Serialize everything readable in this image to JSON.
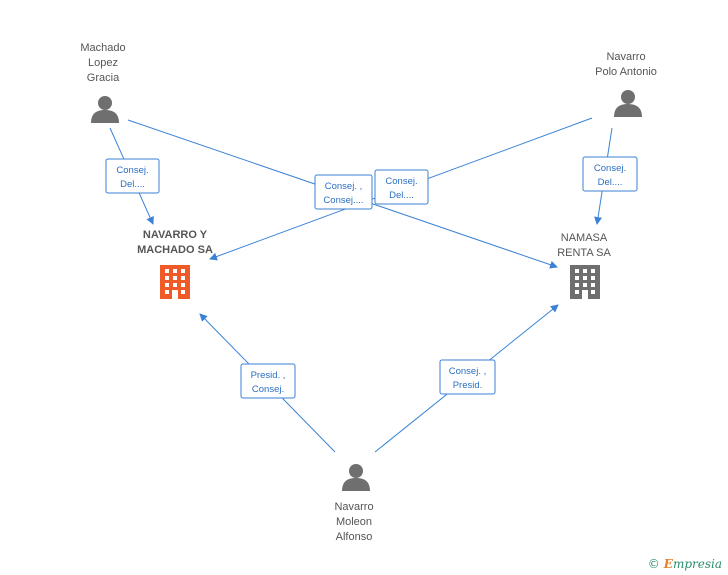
{
  "nodes": {
    "machado": {
      "lines": [
        "Machado",
        "Lopez",
        "Gracia"
      ],
      "type": "person"
    },
    "navarro_polo": {
      "lines": [
        "Navarro",
        "Polo Antonio"
      ],
      "type": "person"
    },
    "navarro_machado_sa": {
      "lines": [
        "NAVARRO Y",
        "MACHADO SA"
      ],
      "type": "company-highlight",
      "color": "#f05a28"
    },
    "namasa": {
      "lines": [
        "NAMASA",
        "RENTA SA"
      ],
      "type": "company",
      "color": "#6f6f6f"
    },
    "navarro_moleon": {
      "lines": [
        "Navarro",
        "Moleon",
        "Alfonso"
      ],
      "type": "person"
    }
  },
  "edges": [
    {
      "id": "e1",
      "lines": [
        "Consej.",
        "Del...."
      ]
    },
    {
      "id": "e2",
      "lines": [
        "Consej. ,",
        "Consej...."
      ]
    },
    {
      "id": "e3",
      "lines": [
        "Consej.",
        "Del...."
      ]
    },
    {
      "id": "e4",
      "lines": [
        "Consej.",
        "Del...."
      ]
    },
    {
      "id": "e5",
      "lines": [
        "Presid. ,",
        "Consej."
      ]
    },
    {
      "id": "e6",
      "lines": [
        "Consej. ,",
        "Presid."
      ]
    }
  ],
  "colors": {
    "edge": "#3b82d6",
    "person": "#6f6f6f"
  },
  "footer": {
    "symbol": "©",
    "brand_first": "E",
    "brand_rest": "mpresia"
  }
}
